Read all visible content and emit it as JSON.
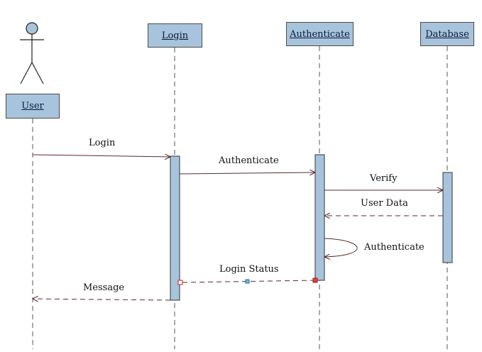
{
  "participants": {
    "user": "User",
    "login": "Login",
    "authenticate": "Authenticate",
    "database": "Database"
  },
  "messages": {
    "login": "Login",
    "authenticate": "Authenticate",
    "verify": "Verify",
    "user_data": "User Data",
    "self_authenticate": "Authenticate",
    "login_status": "Login Status",
    "message": "Message"
  },
  "colors": {
    "box_fill": "#a8c4dc",
    "line": "#5a2a2a",
    "lifeline": "#555555"
  }
}
